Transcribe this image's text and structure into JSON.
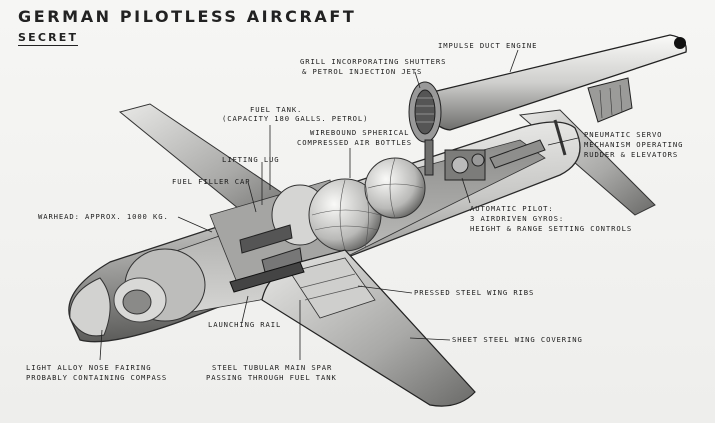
{
  "header": {
    "title": "German Pilotless Aircraft",
    "classification": "Secret"
  },
  "labels": {
    "impulse_duct": "Impulse duct engine",
    "grill_1": "Grill incorporating shutters",
    "grill_2": "& petrol injection jets",
    "fuel_tank_1": "Fuel tank.",
    "fuel_tank_2": "(capacity 180 galls. petrol)",
    "bottles_1": "Wirebound spherical",
    "bottles_2": "compressed air bottles",
    "lifting_lug": "Lifting lug",
    "filler_cap": "Fuel filler cap",
    "warhead": "Warhead: approx. 1000 kg.",
    "servo_1": "Pneumatic servo",
    "servo_2": "mechanism operating",
    "servo_3": "rudder & elevators",
    "autopilot_1": "Automatic pilot:",
    "autopilot_2": "3 airdriven gyros:",
    "autopilot_3": "height & range setting controls",
    "wing_ribs": "Pressed steel wing ribs",
    "launching_rail": "Launching rail",
    "wing_covering": "Sheet steel wing covering",
    "nose_1": "Light alloy nose fairing",
    "nose_2": "probably containing compass",
    "spar_1": "Steel tubular main spar",
    "spar_2": "passing through fuel tank"
  },
  "colors": {
    "ink": "#1c1c1c",
    "metal_light": "#e4e4e2",
    "metal_dark": "#4a4a4a",
    "background": "#f1f1ef"
  }
}
